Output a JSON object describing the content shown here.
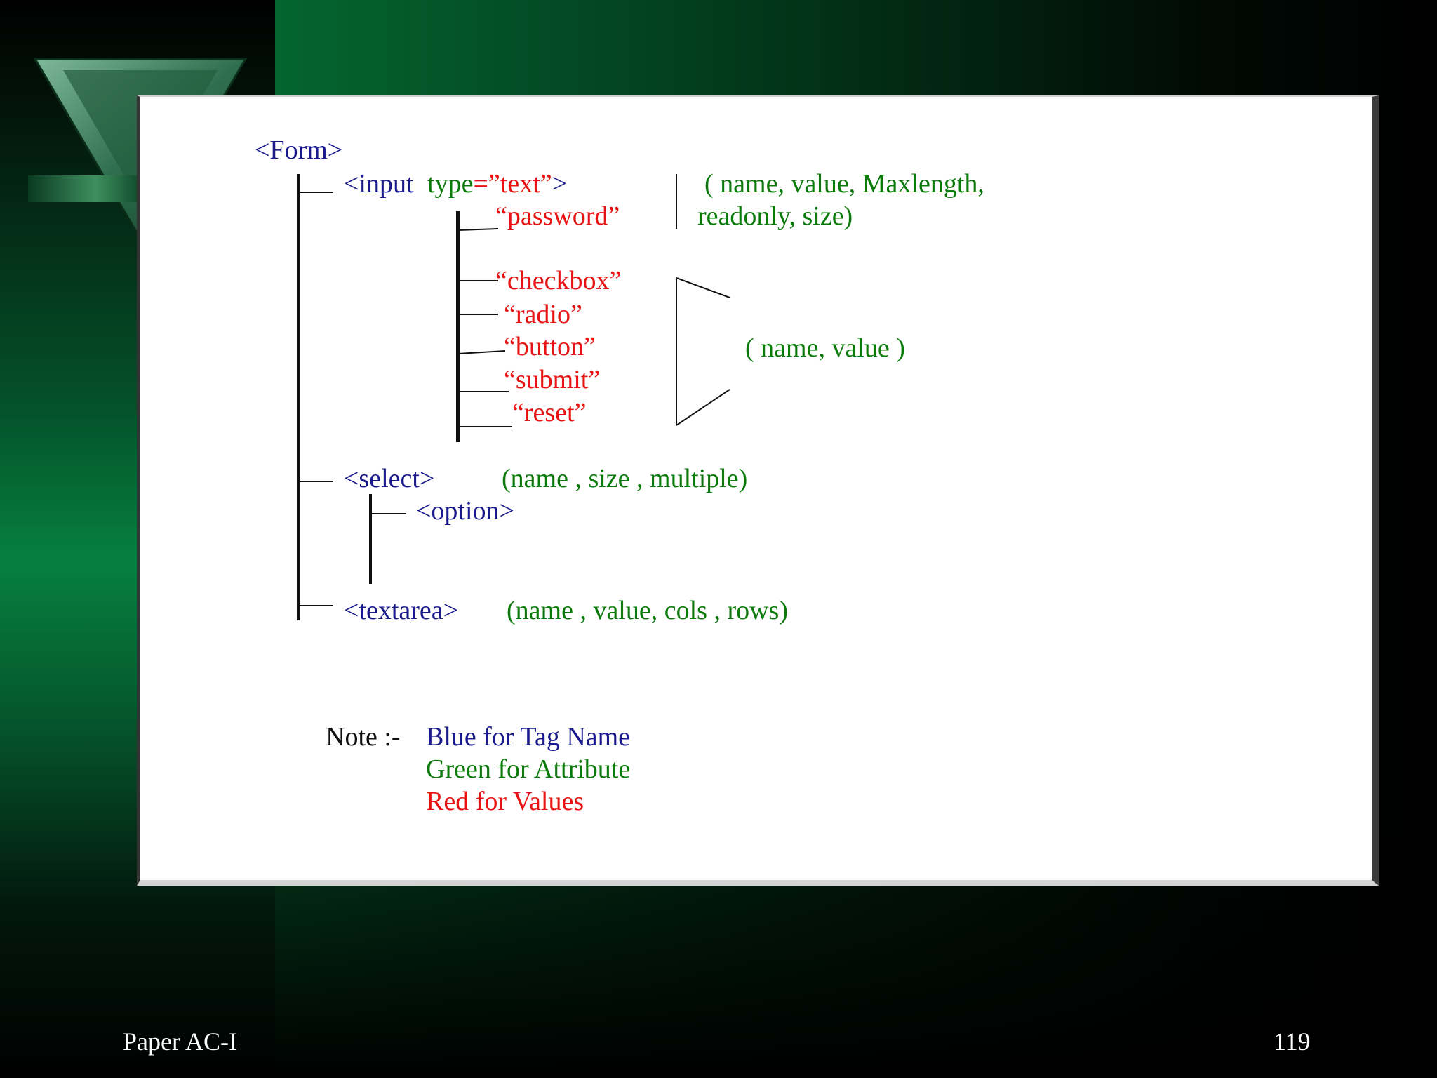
{
  "footer": {
    "left": "Paper AC-I",
    "page_number": "119"
  },
  "diagram": {
    "root": "<Form>",
    "input": {
      "tag_open": "<input",
      "type_attr": "type",
      "eq": "=",
      "type_value": "”text”",
      "tag_close": ">",
      "values": [
        "“password”",
        "“checkbox”",
        "“radio”",
        "“button”",
        "“submit”",
        "“reset”"
      ],
      "attrs_text_line1": "( name, value, Maxlength,",
      "attrs_text_line2": "readonly, size)",
      "attrs_common": "( name, value )"
    },
    "select": {
      "tag": "<select>",
      "attrs": "(name , size , multiple)",
      "child": "<option>"
    },
    "textarea": {
      "tag": "<textarea>",
      "attrs": "(name , value, cols , rows)"
    },
    "note": {
      "label": "Note :-",
      "lines": [
        "Blue for Tag Name",
        "Green for Attribute",
        "Red for Values"
      ]
    }
  },
  "colors": {
    "tag": "#1a1a8c",
    "attribute": "#0a7a0a",
    "value": "#e81414"
  }
}
